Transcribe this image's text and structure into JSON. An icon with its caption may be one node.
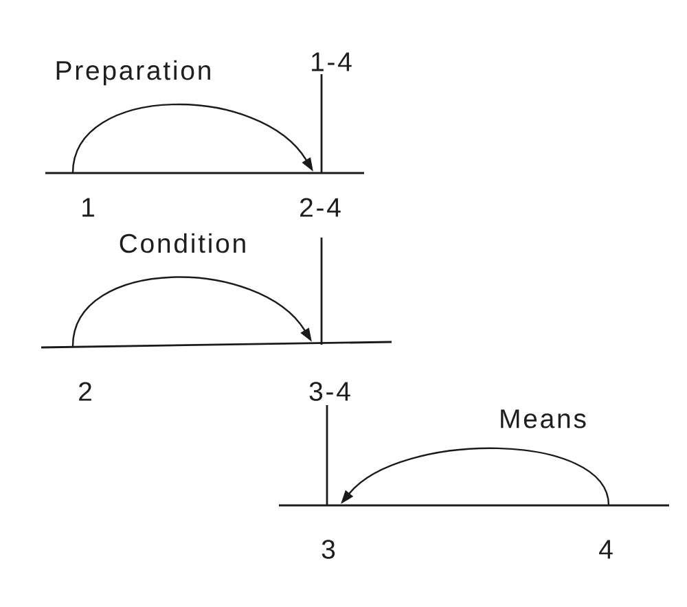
{
  "diagram": {
    "nodes": [
      {
        "text": [
          "1"
        ]
      },
      {
        "text": [
          "2-4"
        ]
      },
      {
        "text": [
          "2"
        ]
      },
      {
        "text": [
          "3-4"
        ]
      },
      {
        "text": [
          "3"
        ]
      },
      {
        "text": [
          "4"
        ]
      }
    ],
    "edges": [
      {
        "from": 0,
        "to": 1,
        "arrow": "to",
        "label": "Preparation"
      },
      {
        "from": 2,
        "to": 3,
        "arrow": "to",
        "label": "Condition"
      },
      {
        "from": 5,
        "to": 4,
        "arrow": "to",
        "label": "Means"
      }
    ],
    "labels": [
      "1-4"
    ]
  }
}
